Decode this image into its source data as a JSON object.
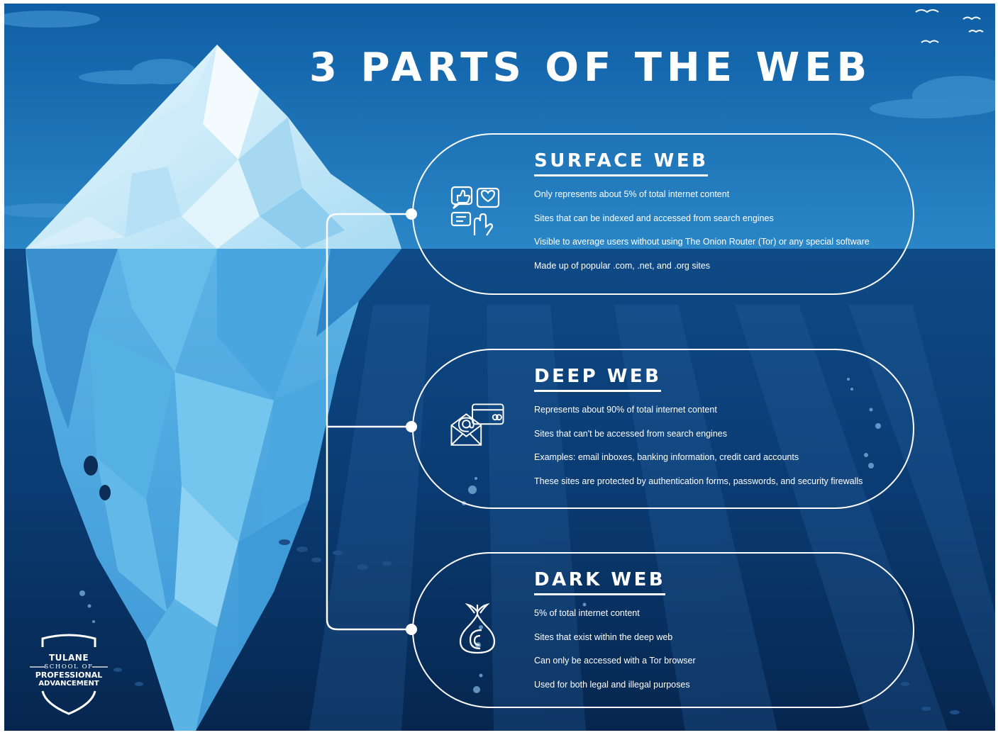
{
  "title": "3 PARTS OF THE WEB",
  "sections": [
    {
      "heading": "SURFACE WEB",
      "icon": "social-feedback-icon",
      "items": [
        "Only represents about 5% of total internet content",
        "Sites that can be indexed and accessed from search engines",
        "Visible to average users without using The Onion Router (Tor) or any special software",
        "Made up of popular .com, .net, and .org sites"
      ]
    },
    {
      "heading": "DEEP WEB",
      "icon": "email-and-card-icon",
      "items": [
        "Represents about 90% of total internet content",
        "Sites that can't be accessed from search engines",
        "Examples: email inboxes, banking information, credit card accounts",
        "These sites are protected by authentication forms, passwords, and security firewalls"
      ]
    },
    {
      "heading": "DARK WEB",
      "icon": "tor-onion-icon",
      "items": [
        "5% of total internet content",
        "Sites that exist within the deep web",
        "Can only be accessed with a Tor browser",
        "Used for both legal and illegal purposes"
      ]
    }
  ],
  "logo": {
    "line1": "TULANE",
    "line2": "SCHOOL OF",
    "line3": "PROFESSIONAL",
    "line4": "ADVANCEMENT"
  },
  "colors": {
    "sky": "#1f78b8",
    "sky_top": "#0f5ea5",
    "sea": "#0c3d74",
    "sea_deep": "#072a56",
    "ice_light": "#d9f2fc",
    "ice_mid": "#8fd0f0",
    "ice_deep": "#3b9ad8",
    "line": "#ffffff"
  }
}
